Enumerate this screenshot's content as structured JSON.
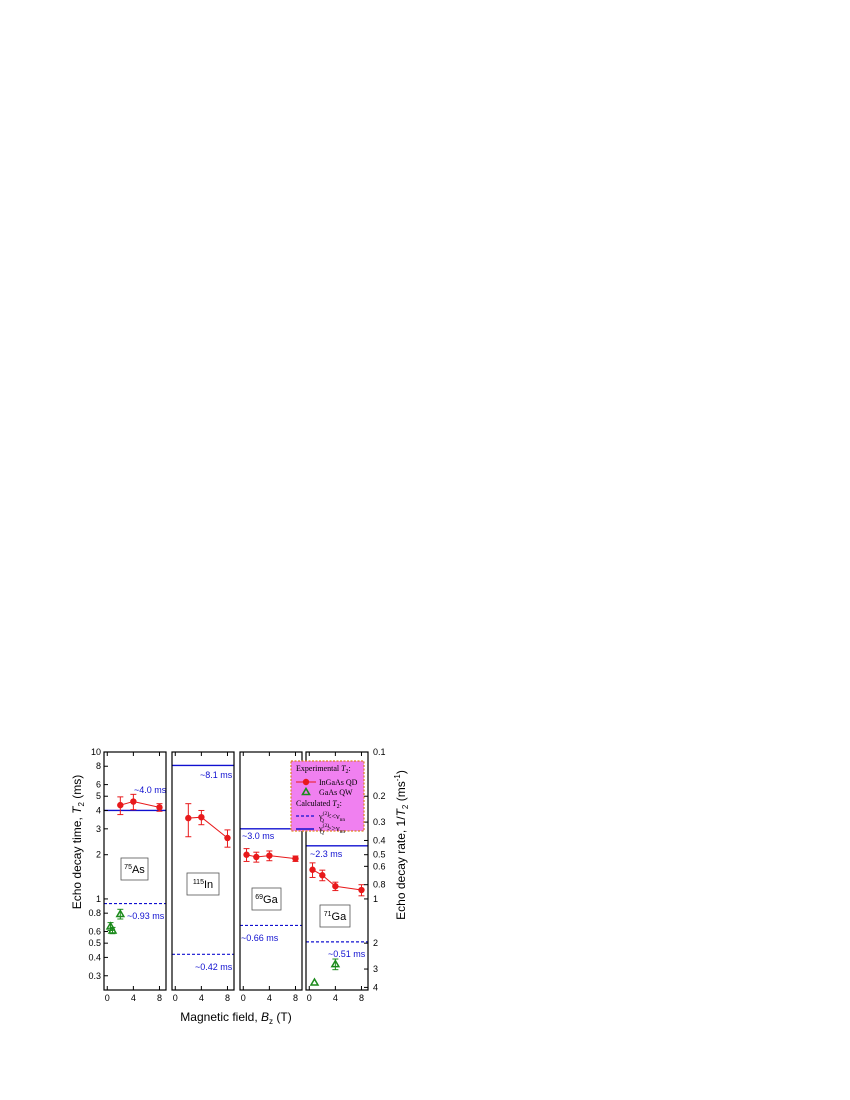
{
  "chart_data": {
    "type": "scatter",
    "y_left_label_prefix": "Echo decay time, ",
    "y_left_label_var": "T",
    "y_left_label_sub": "2",
    "y_left_label_suffix": " (ms)",
    "y_right_label_prefix": "Echo decay rate, 1/",
    "y_right_label_var": "T",
    "y_right_label_sub": "2",
    "y_right_label_suffix": " (ms",
    "y_right_label_sup": "-1",
    "y_right_label_end": ")",
    "x_label_prefix": "Magnetic field, ",
    "x_label_var": "B",
    "x_label_sub": "z",
    "x_label_suffix": " (T)",
    "y_scale": "log",
    "ylim": [
      0.24,
      10
    ],
    "xlim": [
      -0.5,
      9
    ],
    "y_left_ticks": [
      "10",
      "8",
      "6",
      "5",
      "4",
      "3",
      "2",
      "1",
      "0.8",
      "0.6",
      "0.5",
      "0.4",
      "0.3"
    ],
    "y_left_tick_values": [
      10,
      8,
      6,
      5,
      4,
      3,
      2,
      1,
      0.8,
      0.6,
      0.5,
      0.4,
      0.3
    ],
    "y_right_ticks": [
      "0.1",
      "0.2",
      "0.3",
      "0.4",
      "0.5",
      "0.6",
      "0.8",
      "1",
      "2",
      "3",
      "4"
    ],
    "y_right_tick_values": [
      0.1,
      0.2,
      0.3,
      0.4,
      0.5,
      0.6,
      0.8,
      1,
      2,
      3,
      4
    ],
    "x_ticks": [
      "0",
      "4",
      "8"
    ],
    "x_tick_values": [
      0,
      4,
      8
    ],
    "panels": [
      {
        "isotope_sup": "75",
        "isotope": "As",
        "series": [
          {
            "name": "InGaAs QD",
            "x": [
              2,
              4,
              8
            ],
            "y": [
              4.35,
              4.6,
              4.2
            ],
            "err": [
              0.6,
              0.55,
              0.25
            ]
          },
          {
            "name": "GaAs QW",
            "x": [
              0.5,
              0.8,
              2
            ],
            "y": [
              0.65,
              0.61,
              0.79
            ],
            "err": [
              0.04,
              0.03,
              0.06
            ]
          }
        ],
        "solid_line": {
          "y": 4.0,
          "label": "~4.0 ms"
        },
        "dashed_line": {
          "y": 0.93,
          "label": "~0.93 ms"
        }
      },
      {
        "isotope_sup": "115",
        "isotope": "In",
        "series": [
          {
            "name": "InGaAs QD",
            "x": [
              2,
              4,
              8
            ],
            "y": [
              3.55,
              3.6,
              2.6
            ],
            "err": [
              0.9,
              0.4,
              0.35
            ]
          },
          {
            "name": "GaAs QW",
            "x": [],
            "y": [],
            "err": []
          }
        ],
        "solid_line": {
          "y": 8.1,
          "label": "~8.1 ms"
        },
        "dashed_line": {
          "y": 0.42,
          "label": "~0.42 ms"
        }
      },
      {
        "isotope_sup": "69",
        "isotope": "Ga",
        "series": [
          {
            "name": "InGaAs QD",
            "x": [
              0.5,
              2,
              4,
              8
            ],
            "y": [
              2.0,
              1.93,
              1.97,
              1.88
            ],
            "err": [
              0.2,
              0.15,
              0.15,
              0.08
            ]
          },
          {
            "name": "GaAs QW",
            "x": [],
            "y": [],
            "err": []
          }
        ],
        "solid_line": {
          "y": 3.0,
          "label": "~3.0 ms"
        },
        "dashed_line": {
          "y": 0.66,
          "label": "~0.66 ms"
        }
      },
      {
        "isotope_sup": "71",
        "isotope": "Ga",
        "series": [
          {
            "name": "InGaAs QD",
            "x": [
              0.5,
              2,
              4,
              8
            ],
            "y": [
              1.58,
              1.45,
              1.22,
              1.15
            ],
            "err": [
              0.18,
              0.12,
              0.08,
              0.1
            ]
          },
          {
            "name": "GaAs QW",
            "x": [
              0.8,
              4
            ],
            "y": [
              0.27,
              0.36
            ],
            "err": [
              0.0,
              0.03
            ]
          }
        ],
        "solid_line": {
          "y": 2.3,
          "label": "~2.3 ms"
        },
        "dashed_line": {
          "y": 0.51,
          "label": "~0.51 ms"
        }
      }
    ],
    "legend": {
      "position": "top-right",
      "exp_title": "Experimental ",
      "exp_title_var": "T",
      "exp_title_sub": "2",
      "exp_title_end": ":",
      "qd_label": "InGaAs QD",
      "qw_label": "GaAs QW",
      "calc_title": "Calculated ",
      "calc_title_var": "T",
      "calc_title_sub": "2",
      "calc_title_end": ":",
      "dashed_label_nu": "ν",
      "dashed_label_sub": "Q",
      "dashed_label_sup": "(2)",
      "dashed_label_rel": "<<ν",
      "dashed_label_sub2": "nn",
      "solid_label_nu": "ν",
      "solid_label_sub": "Q",
      "solid_label_sup": "(2)",
      "solid_label_rel": ">>ν",
      "solid_label_sub2": "nn"
    },
    "colors": {
      "qd": "#e8191b",
      "qw": "#1b8a1b",
      "calc": "#1010d0",
      "legend_bg": "#f080f0",
      "legend_border": "#e08020"
    }
  }
}
